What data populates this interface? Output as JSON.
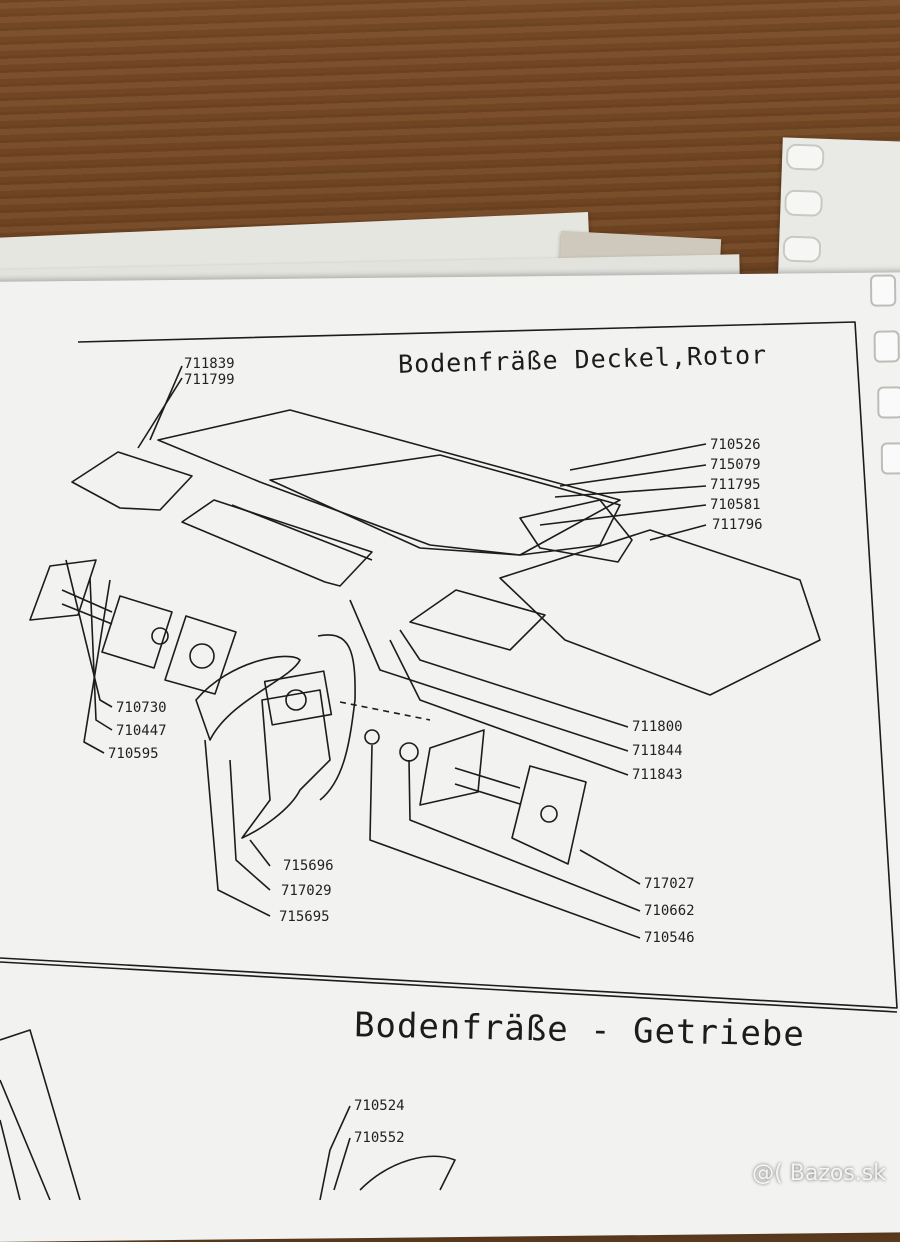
{
  "page": {
    "title_rotor": "Bodenfräße Deckel,Rotor",
    "title_gearbox": "Bodenfräße - Getriebe",
    "watermark": "@( Bazos.sk"
  },
  "parts": {
    "p711839": "711839",
    "p711799": "711799",
    "p710526": "710526",
    "p715079": "715079",
    "p711795": "711795",
    "p710581": "710581",
    "p711796": "711796",
    "p710730": "710730",
    "p710447": "710447",
    "p710595": "710595",
    "p711800": "711800",
    "p711844": "711844",
    "p711843": "711843",
    "p715696": "715696",
    "p717029": "717029",
    "p715695": "715695",
    "p717027": "717027",
    "p710662": "710662",
    "p710546": "710546",
    "p710524": "710524",
    "p710552": "710552"
  },
  "colors": {
    "ink": "#1c1c1c",
    "paper": "#f2f2f0",
    "wood": "#6b4020"
  }
}
